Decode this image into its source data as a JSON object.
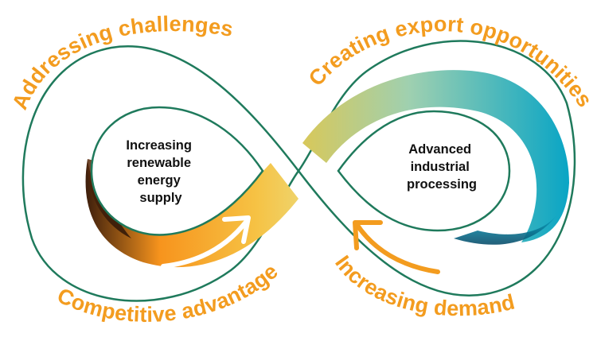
{
  "labels": {
    "top_left": "Addressing challenges",
    "top_right": "Creating export opportunities",
    "bottom_left": "Competitive advantage",
    "bottom_right": "Increasing demand"
  },
  "nodes": {
    "left": [
      "Increasing",
      "renewable",
      "energy",
      "supply"
    ],
    "right": [
      "Advanced",
      "industrial",
      "processing"
    ]
  },
  "colors": {
    "outline": "#1f7a5c",
    "label": "#f39c1f",
    "arrow_right": "#f39c1f",
    "arrow_left": "#ffffff",
    "band_warm": [
      "#4a2510",
      "#f7941d",
      "#f2c94c"
    ],
    "band_cool": [
      "#c9d66a",
      "#7ec8b6",
      "#0aa6c4"
    ]
  }
}
